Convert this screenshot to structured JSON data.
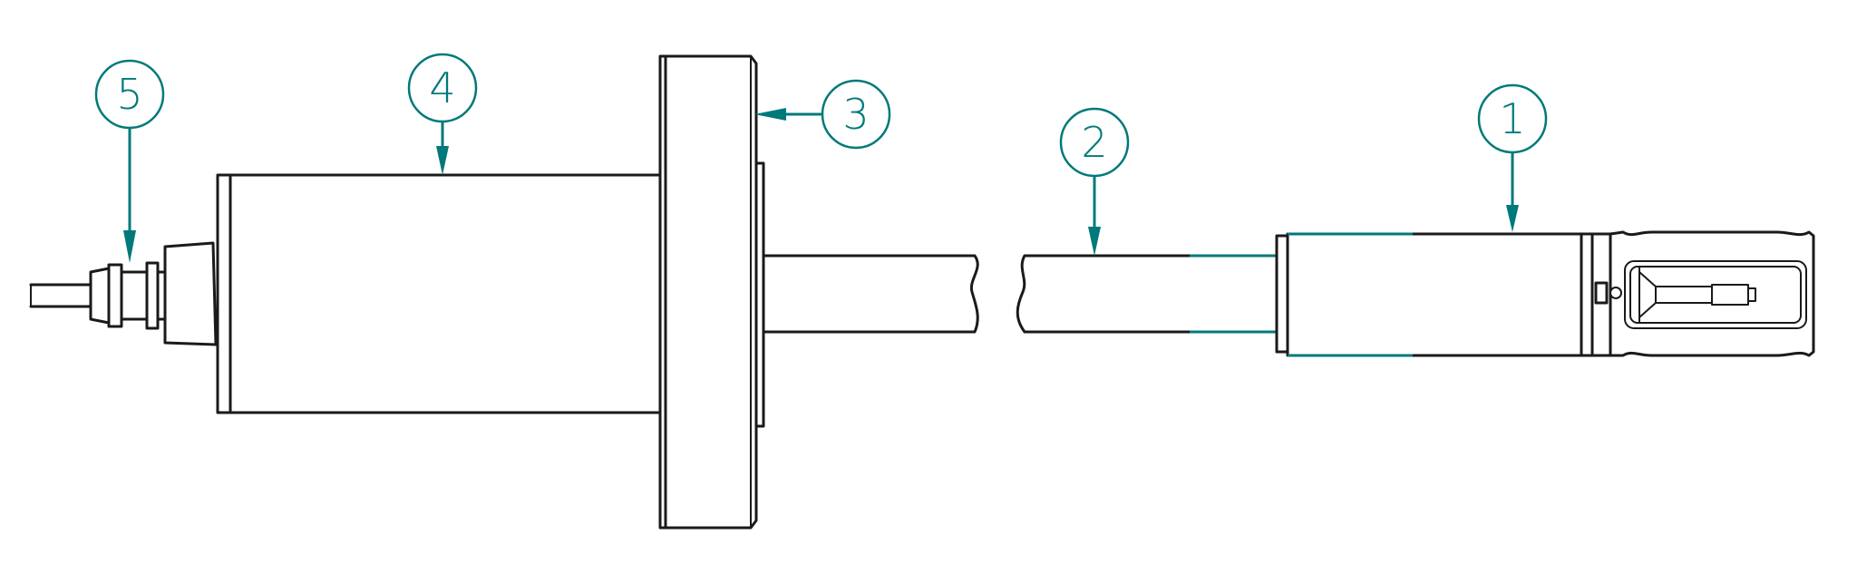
{
  "callouts": [
    {
      "label": "1"
    },
    {
      "label": "2"
    },
    {
      "label": "3"
    },
    {
      "label": "4"
    },
    {
      "label": "5"
    }
  ],
  "colors": {
    "line": "#1a1a1a",
    "callout": "#00797a",
    "background": "#ffffff"
  }
}
